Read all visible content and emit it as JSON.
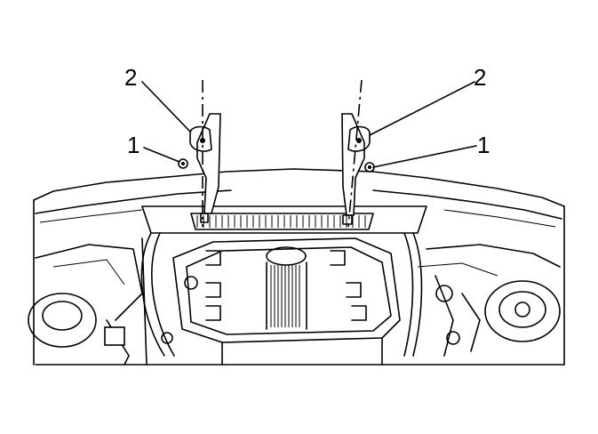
{
  "callouts": {
    "left_upper": "2",
    "left_lower": "1",
    "right_upper": "2",
    "right_lower": "1"
  },
  "colors": {
    "ink": "#000000",
    "paper": "#ffffff"
  }
}
